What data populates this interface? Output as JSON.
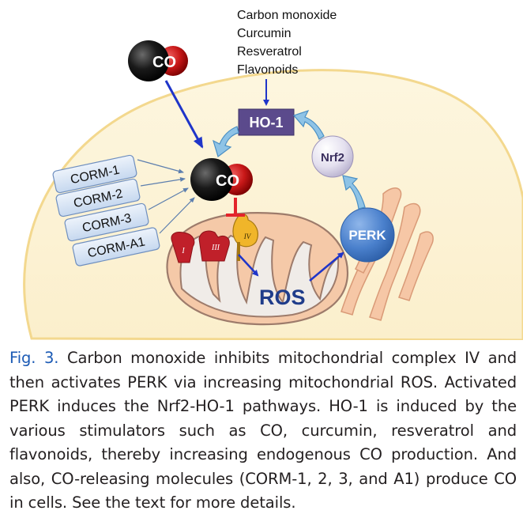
{
  "stimulators": [
    "Carbon monoxide",
    "Curcumin",
    "Resveratrol",
    "Flavonoids"
  ],
  "ho1_label": "HO-1",
  "nrf2_label": "Nrf2",
  "perk_label": "PERK",
  "co_label": "CO",
  "ros_label": "ROS",
  "complex_labels": {
    "one": "I",
    "three": "III",
    "four": "IV"
  },
  "corms": [
    "CORM-1",
    "CORM-2",
    "CORM-3",
    "CORM-A1"
  ],
  "caption": {
    "fig_label": "Fig. 3.",
    "text": " Carbon monoxide inhibits mitochondrial complex IV and then activates PERK via increasing mitochondrial ROS. Activated PERK induces the Nrf2-HO-1 pathways. HO-1 is induced by the various stimulators such as CO, curcumin, resveratrol and flavonoids, thereby increasing endogenous CO production. And also, CO-releasing molecules (CORM-1, 2, 3, and A1) produce CO in cells. See the text for more details."
  },
  "colors": {
    "cell": "#fdf3d6",
    "cell_border": "#f2d48a",
    "ho1": "#5b4a8c",
    "arrow_blue": "#1f35c9",
    "corm_fill": "#d6e4f5",
    "perk": "#4f86cf",
    "complex_red": "#c0202a",
    "complex_iv": "#f0b52a"
  }
}
